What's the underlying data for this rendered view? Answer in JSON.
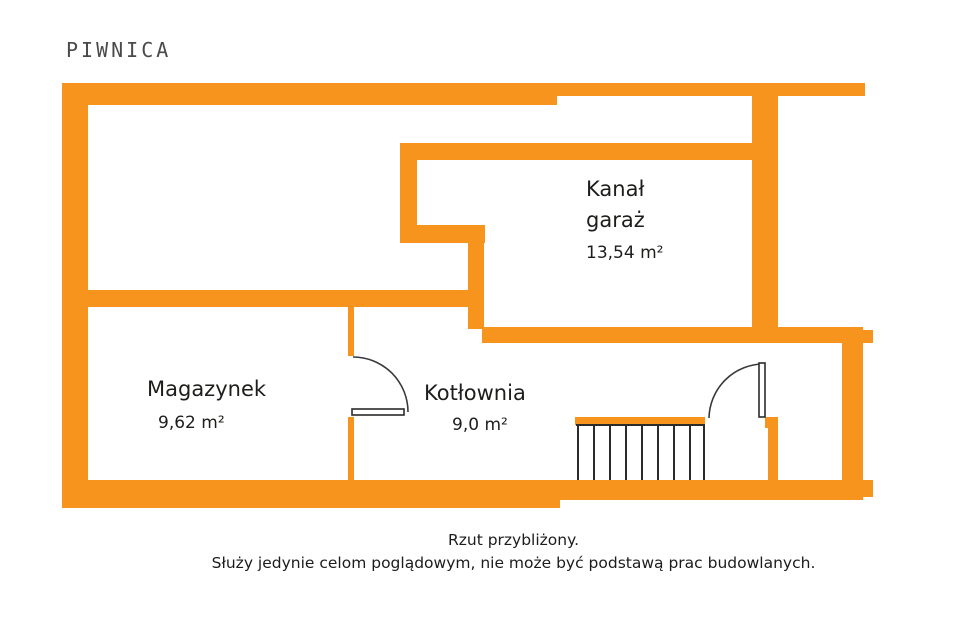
{
  "title": "PIWNICA",
  "colors": {
    "wall": "#F7941D",
    "plan_lines": "#2b2b2b",
    "text": "#1d1d1b"
  },
  "rooms": {
    "kanal_garaz": {
      "name_line1": "Kanał",
      "name_line2": "garaż",
      "area": "13,54 m²"
    },
    "magazynek": {
      "name": "Magazynek",
      "area": "9,62 m²"
    },
    "kotlownia": {
      "name": "Kotłownia",
      "area": "9,0 m²"
    }
  },
  "footer": {
    "line1": "Rzut przybliżony.",
    "line2": "Służy jedynie celom poglądowym, nie może być podstawą prac budowlanych."
  }
}
